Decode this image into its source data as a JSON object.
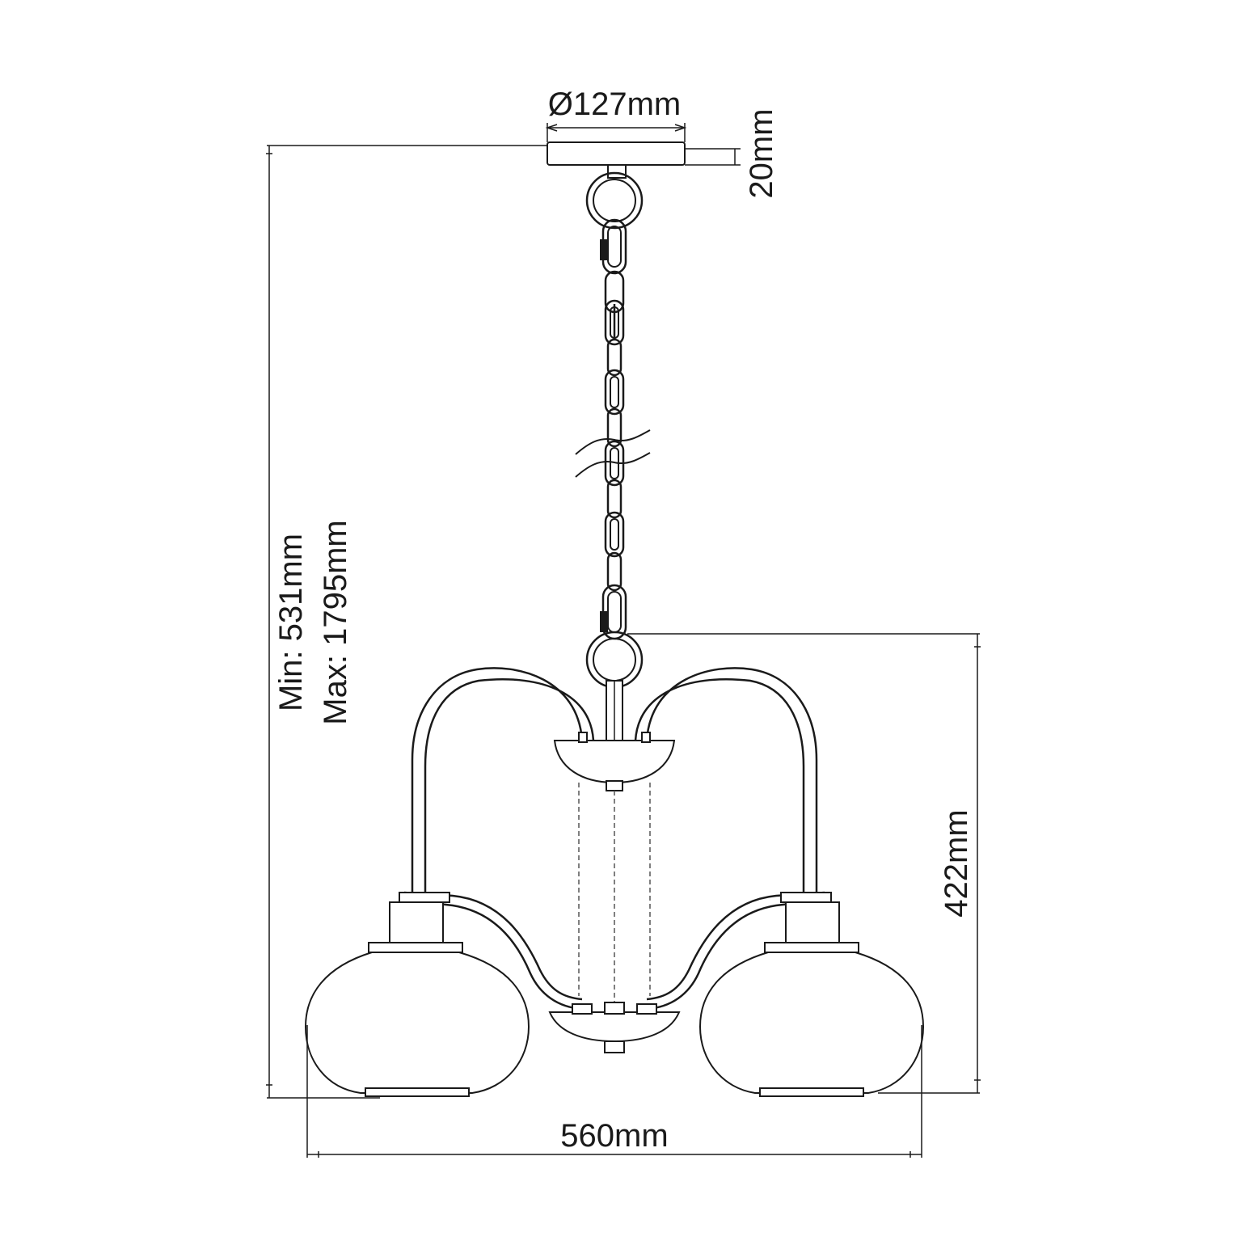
{
  "dimensions": {
    "canopy_diameter": "Ø127mm",
    "canopy_height": "20mm",
    "height_min": "Min: 531mm",
    "height_max": "Max: 1795mm",
    "body_height": "422mm",
    "width": "560mm"
  },
  "colors": {
    "line": "#1a1a1a",
    "background": "#ffffff"
  }
}
